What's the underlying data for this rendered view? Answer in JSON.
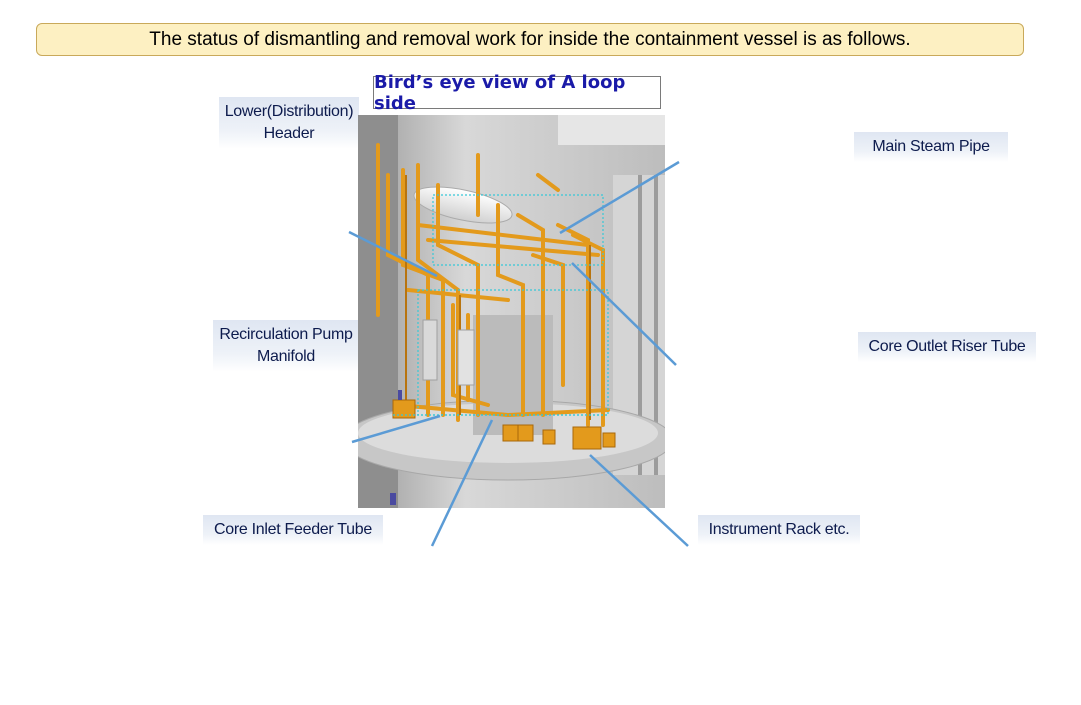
{
  "banner": {
    "text": "The status of dismantling and removal work for inside the containment vessel is as follows."
  },
  "view_title": "Bird’s eye view of A loop side",
  "labels": {
    "lower_header_line1": "Lower(Distribution)",
    "lower_header_line2": "Header",
    "main_steam_pipe": "Main Steam Pipe",
    "recirc_line1": "Recirculation Pump",
    "recirc_line2": "Manifold",
    "core_outlet": "Core Outlet Riser Tube",
    "core_inlet": "Core Inlet Feeder Tube",
    "instrument_rack": "Instrument Rack etc."
  },
  "colors": {
    "pipe": "#e39a1c",
    "pipe_dark": "#b8740f",
    "leader": "#5b9bd5",
    "label_text": "#0d1b4d",
    "title_text": "#1a1aa8"
  }
}
